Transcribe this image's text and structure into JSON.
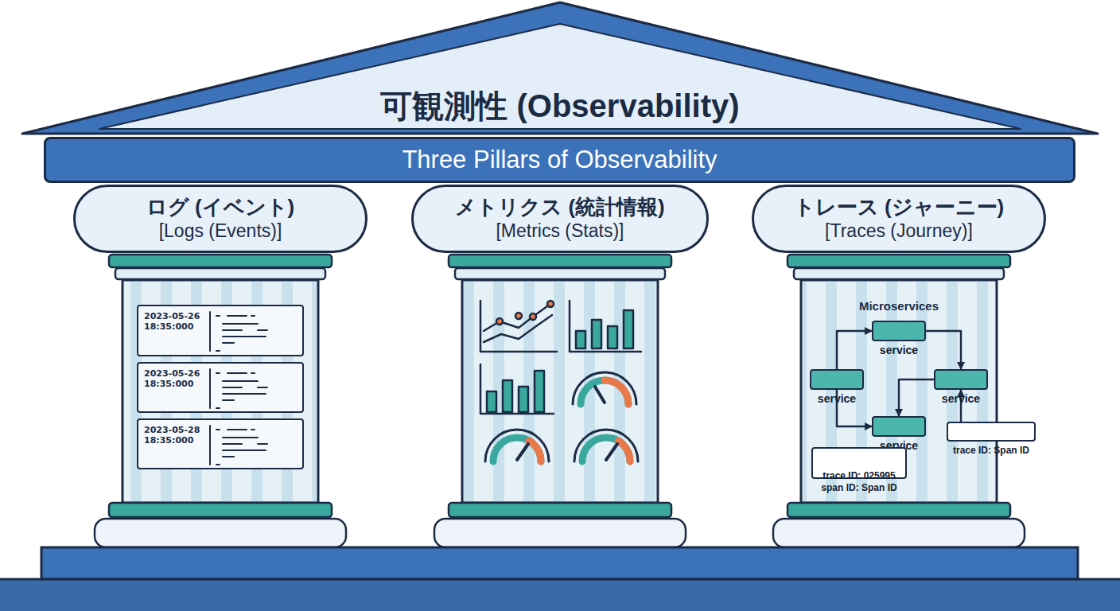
{
  "diagram": {
    "title": "可観測性 (Observability)",
    "nodes": [
      {
        "text": [
          "Three Pillars of Observability"
        ]
      },
      {
        "text": [
          "ログ (イベント)",
          "[Logs (Events)]"
        ]
      },
      {
        "text": [
          "メトリクス (統計情報)",
          "[Metrics (Stats)]"
        ]
      },
      {
        "text": [
          "トレース (ジャーニー)",
          "[Traces (Journey)]"
        ]
      },
      {
        "text": [
          "2023-05-26 18:35:000"
        ]
      },
      {
        "text": [
          "2023-05-26 18:35:000"
        ]
      },
      {
        "text": [
          "2023-05-28 18:35:000"
        ]
      },
      {
        "text": [
          "Microservices"
        ]
      },
      {
        "text": [
          "service"
        ],
        "in": 7
      },
      {
        "text": [
          "service"
        ],
        "in": 7
      },
      {
        "text": [
          "service"
        ],
        "in": 7
      },
      {
        "text": [
          "service"
        ],
        "in": 7
      },
      {
        "text": [
          "trace ID: 025995 span ID: Span ID"
        ],
        "in": 7
      },
      {
        "text": [
          "trace ID: Span ID"
        ],
        "in": 7
      }
    ],
    "edges": [
      {
        "from": 9,
        "to": 8,
        "arrow": "to"
      },
      {
        "from": 8,
        "to": 10,
        "arrow": "to"
      },
      {
        "from": 10,
        "to": 11,
        "arrow": "to"
      },
      {
        "from": 9,
        "to": 11,
        "arrow": "to"
      },
      {
        "from": 13,
        "to": 10,
        "arrow": "to"
      }
    ]
  }
}
